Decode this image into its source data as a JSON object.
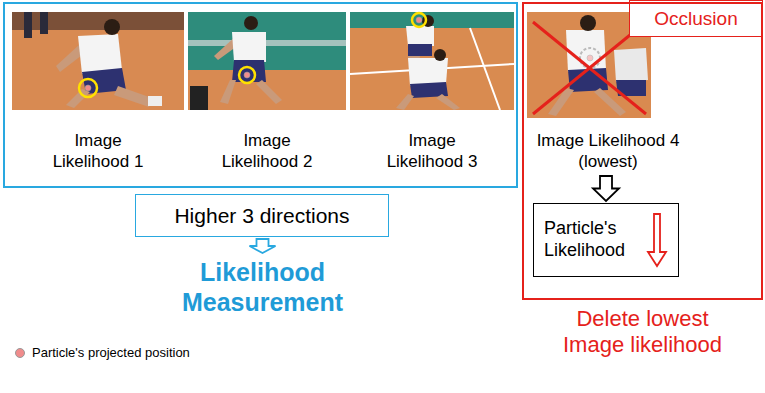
{
  "diagram": {
    "nodes": [
      {
        "text": []
      },
      {
        "text": [
          "Image Likelihood 1"
        ],
        "in": 0
      },
      {
        "text": [
          "Image Likelihood 2"
        ],
        "in": 0
      },
      {
        "text": [
          "Image Likelihood 3"
        ],
        "in": 0
      },
      {
        "text": [
          "Higher 3 directions"
        ]
      },
      {
        "text": [
          "Likelihood Measurement"
        ]
      },
      {
        "text": [
          "Occlusion"
        ]
      },
      {
        "text": [
          "Delete lowest Image likelihood"
        ]
      },
      {
        "text": [
          "Image Likelihood 4 (lowest)"
        ],
        "in": 7
      },
      {
        "text": [
          "Particle's Likelihood"
        ],
        "in": 7
      }
    ],
    "edges": [
      {
        "from": 4,
        "to": 5,
        "arrow": "to"
      },
      {
        "from": 8,
        "to": 9,
        "arrow": "to"
      }
    ],
    "legend": [
      {
        "text": "Particle's projected position",
        "color": "#f08c8c"
      }
    ]
  }
}
